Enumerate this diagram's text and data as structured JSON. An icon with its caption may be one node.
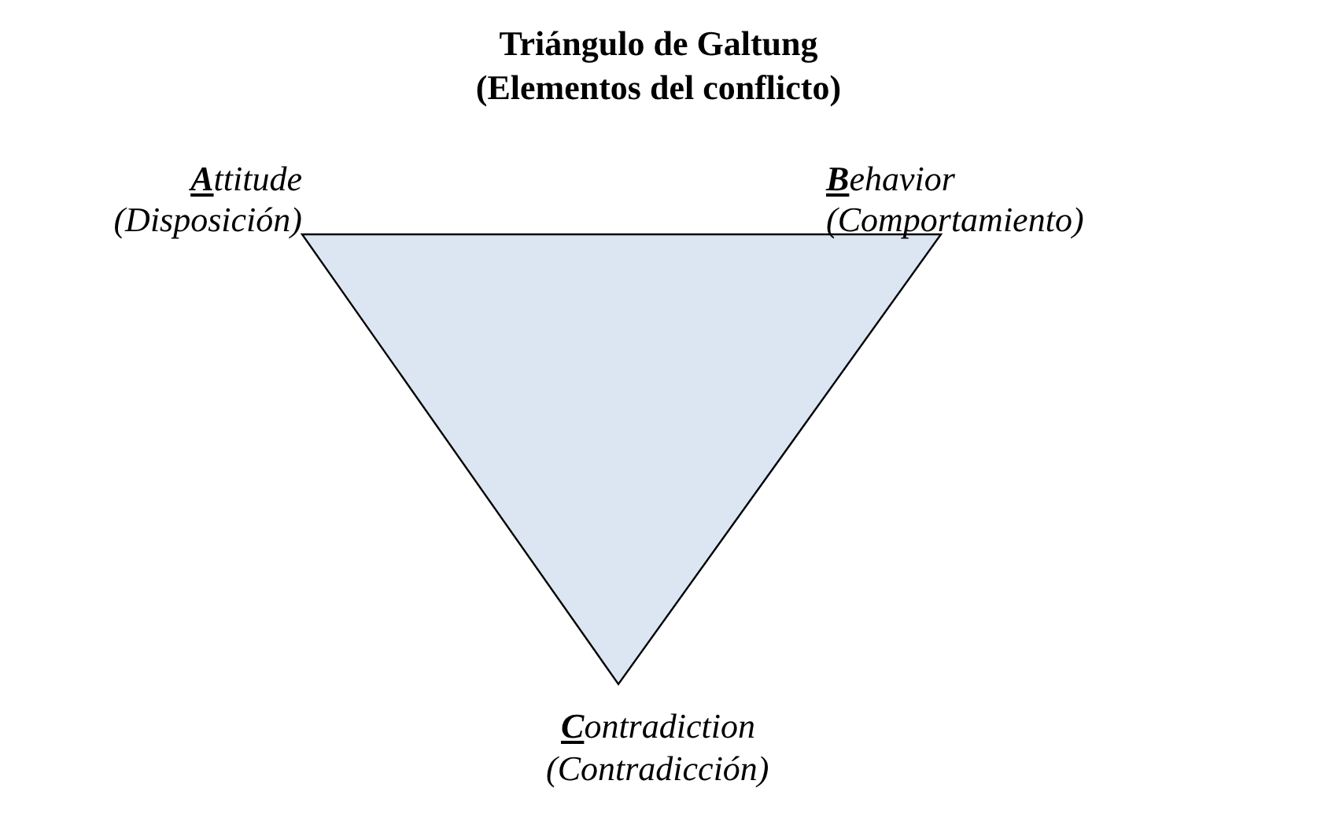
{
  "diagram": {
    "title": "Triángulo de Galtung (Elementos del conflicto)",
    "nodes": [
      {
        "text": [],
        "shape": "triangle"
      }
    ],
    "labels": [
      "**A**ttitude",
      "(Disposición)",
      "**B**ehavior",
      "(Comportamiento)",
      "**C**ontradiction",
      "(Contradicción)"
    ]
  }
}
